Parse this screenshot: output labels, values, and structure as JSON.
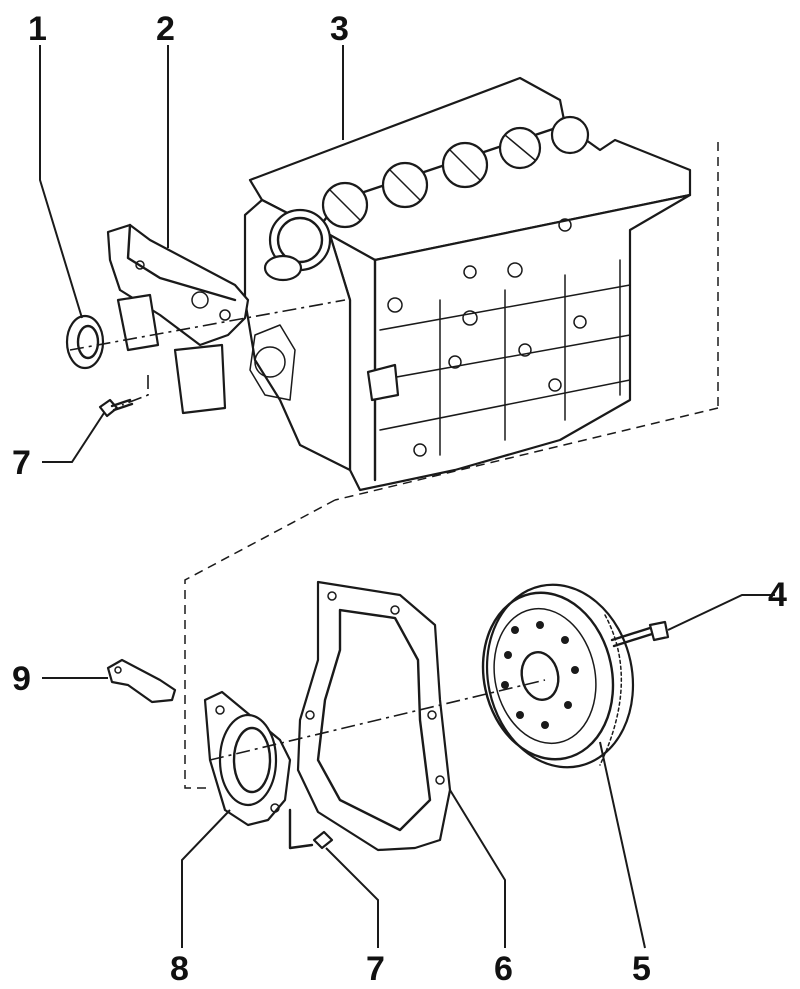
{
  "callouts": [
    "1",
    "2",
    "3",
    "4",
    "5",
    "6",
    "7",
    "8",
    "9"
  ],
  "colors": {
    "ink": "#1a1a1a",
    "background": "#ffffff"
  }
}
